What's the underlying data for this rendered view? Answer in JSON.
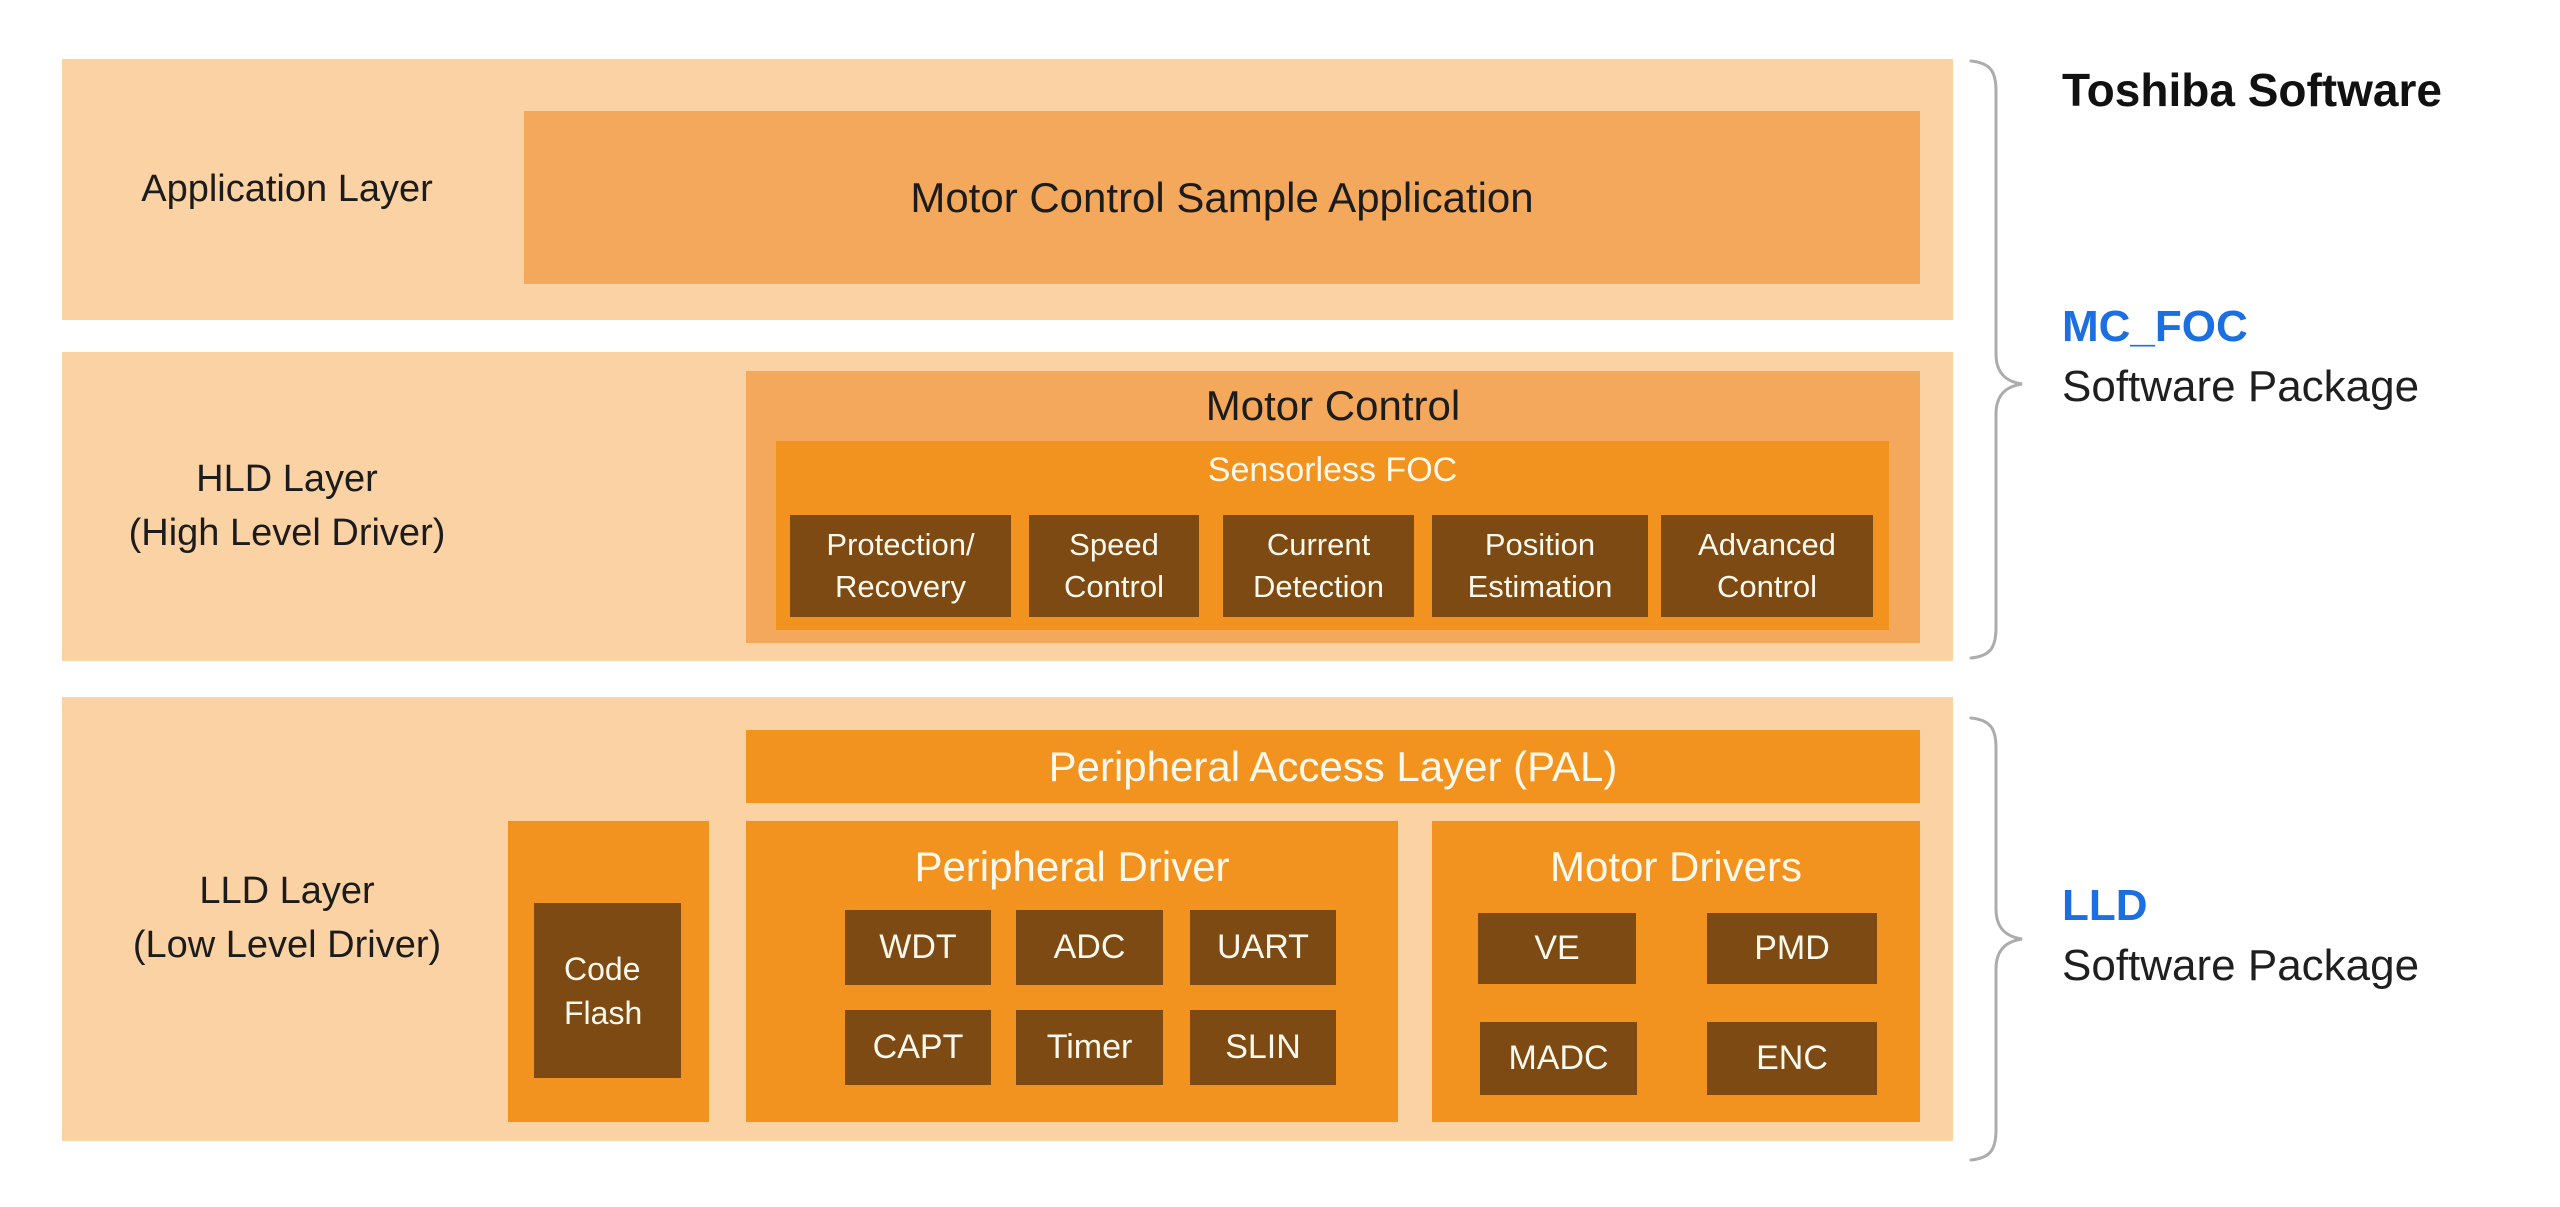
{
  "colors": {
    "layer_background": "#FBD2A4",
    "box_medium_orange": "#F4A85C",
    "box_bright_orange": "#F3931F",
    "box_dark_brown": "#7C4A12",
    "accent_blue": "#1B6FE0",
    "brace_gray": "#ACACAC",
    "text_dark": "#1C1C1C",
    "text_light": "#FDF8EC"
  },
  "layers": {
    "application": {
      "label": "Application Layer",
      "box_label": "Motor Control Sample Application"
    },
    "hld": {
      "label_line1": "HLD Layer",
      "label_line2": "(High Level Driver)",
      "motor_control": {
        "title": "Motor Control",
        "sensorless": {
          "title": "Sensorless FOC",
          "modules": [
            {
              "line1": "Protection/",
              "line2": "Recovery"
            },
            {
              "line1": "Speed",
              "line2": "Control"
            },
            {
              "line1": "Current",
              "line2": "Detection"
            },
            {
              "line1": "Position",
              "line2": "Estimation"
            },
            {
              "line1": "Advanced",
              "line2": "Control"
            }
          ]
        }
      }
    },
    "lld": {
      "label_line1": "LLD Layer",
      "label_line2": "(Low Level Driver)",
      "pal_label": "Peripheral Access Layer (PAL)",
      "code_flash": {
        "line1": "Code",
        "line2": "Flash"
      },
      "peripheral_driver": {
        "title": "Peripheral Driver",
        "row1": [
          "WDT",
          "ADC",
          "UART"
        ],
        "row2": [
          "CAPT",
          "Timer",
          "SLIN"
        ]
      },
      "motor_drivers": {
        "title": "Motor Drivers",
        "row1": [
          "VE",
          "PMD"
        ],
        "row2": [
          "MADC",
          "ENC"
        ]
      }
    }
  },
  "annotations": {
    "toshiba_software": "Toshiba Software",
    "mc_foc": {
      "title": "MC_FOC",
      "subtitle": "Software Package"
    },
    "lld": {
      "title": "LLD",
      "subtitle": "Software Package"
    }
  }
}
